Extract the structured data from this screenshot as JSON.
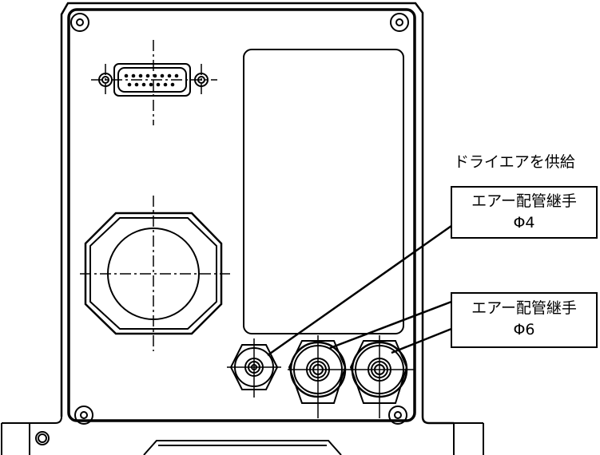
{
  "annotations": {
    "supply_note": "ドライエアを供給",
    "fitting_small": {
      "name": "エアー配管継手",
      "size": "Φ4"
    },
    "fitting_large": {
      "name": "エアー配管継手",
      "size": "Φ6"
    }
  },
  "colors": {
    "line": "#000000",
    "background": "#ffffff"
  }
}
